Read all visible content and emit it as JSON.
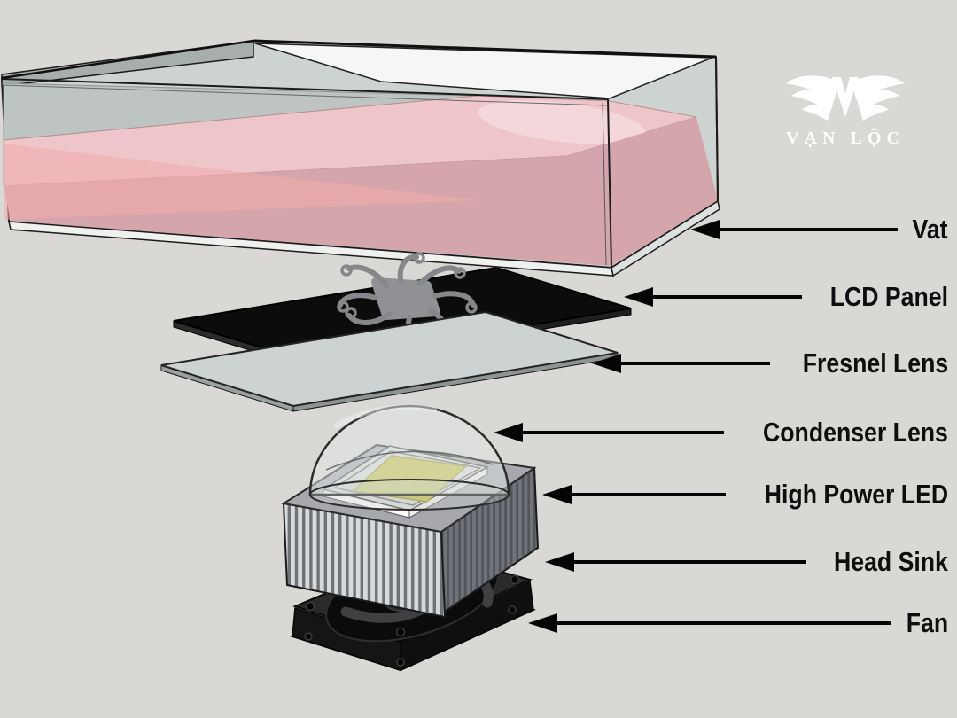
{
  "page": {
    "background_color": "#d9d8d4"
  },
  "logo": {
    "brand_text": "VẠN LỘC",
    "color": "#ffffff",
    "emblem": "winged-v-icon"
  },
  "diagram": {
    "style": "exploded-view",
    "callouts": [
      {
        "id": "vat",
        "text": "Vat"
      },
      {
        "id": "lcd-panel",
        "text": "LCD Panel"
      },
      {
        "id": "fresnel-lens",
        "text": "Fresnel Lens"
      },
      {
        "id": "condenser-lens",
        "text": "Condenser Lens"
      },
      {
        "id": "high-power-led",
        "text": "High Power LED"
      },
      {
        "id": "head-sink",
        "text": "Head Sink"
      },
      {
        "id": "fan",
        "text": "Fan"
      }
    ],
    "colors": {
      "arrow": "#050505",
      "label_text": "#0e0e0e",
      "resin_surface": "#eec6ca",
      "resin_wall": "#d4a6ab",
      "vat_glass": "#cdd3d1",
      "lcd_glass": "#0c0c0d",
      "fresnel_glass": "#cdd3d3",
      "led_emitter": "#c9c24c",
      "heat_sink": "#a6a8ae",
      "fan_frame": "#2a2a2b"
    }
  }
}
